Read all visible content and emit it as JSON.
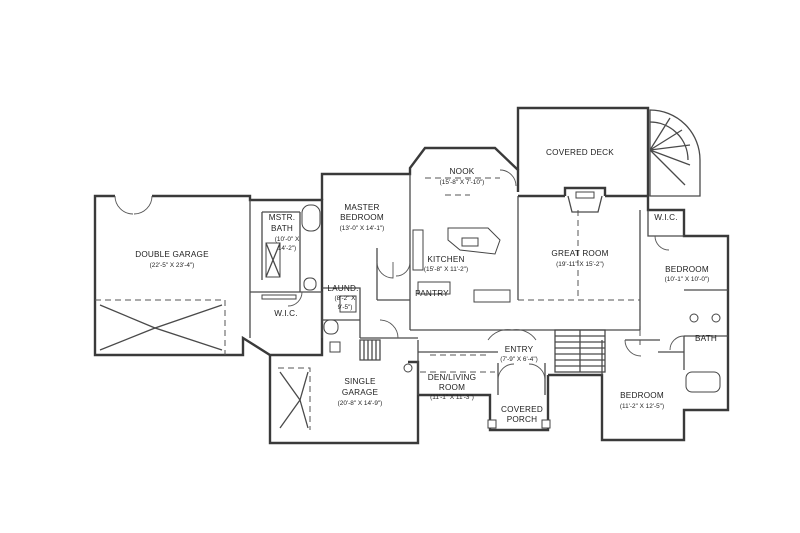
{
  "rooms": {
    "covered_deck": {
      "name": "COVERED DECK"
    },
    "nook": {
      "name": "NOOK",
      "dims": "(15'-8\" X 7'-10\")"
    },
    "master_bedroom": {
      "name_line1": "MASTER",
      "name_line2": "BEDROOM",
      "dims": "(13'-0\" X 14'-1\")"
    },
    "master_bath": {
      "name_line1": "MSTR.",
      "name_line2": "BATH",
      "dims_line1": "(10'-0\" X",
      "dims_line2": "14'-2\")"
    },
    "double_garage": {
      "name": "DOUBLE GARAGE",
      "dims": "(22'-5\" X 23'-4\")"
    },
    "kitchen": {
      "name": "KITCHEN",
      "dims": "(15'-8\" X 11'-2\")"
    },
    "pantry": {
      "name": "PANTRY"
    },
    "laundry": {
      "name": "LAUND.",
      "dims_line1": "(8'-2\" X",
      "dims_line2": "9'-5\")"
    },
    "wic_master": {
      "name": "W.I.C."
    },
    "great_room": {
      "name": "GREAT ROOM",
      "dims": "(19'-11\" X 15'-2\")"
    },
    "wic_bedroom": {
      "name": "W.I.C."
    },
    "bedroom_1": {
      "name": "BEDROOM",
      "dims": "(10'-1\" X 10'-0\")"
    },
    "bath": {
      "name": "BATH"
    },
    "entry": {
      "name": "ENTRY",
      "dims": "(7'-9\" X 6'-4\")"
    },
    "single_garage": {
      "name_line1": "SINGLE",
      "name_line2": "GARAGE",
      "dims": "(20'-8\" X 14'-9\")"
    },
    "den_living": {
      "name_line1": "DEN/LIVING",
      "name_line2": "ROOM",
      "dims": "(11'-1\" X 11'-3\")"
    },
    "covered_porch": {
      "name_line1": "COVERED",
      "name_line2": "PORCH"
    },
    "bedroom_2": {
      "name": "BEDROOM",
      "dims": "(11'-2\" X 12'-5\")"
    }
  }
}
